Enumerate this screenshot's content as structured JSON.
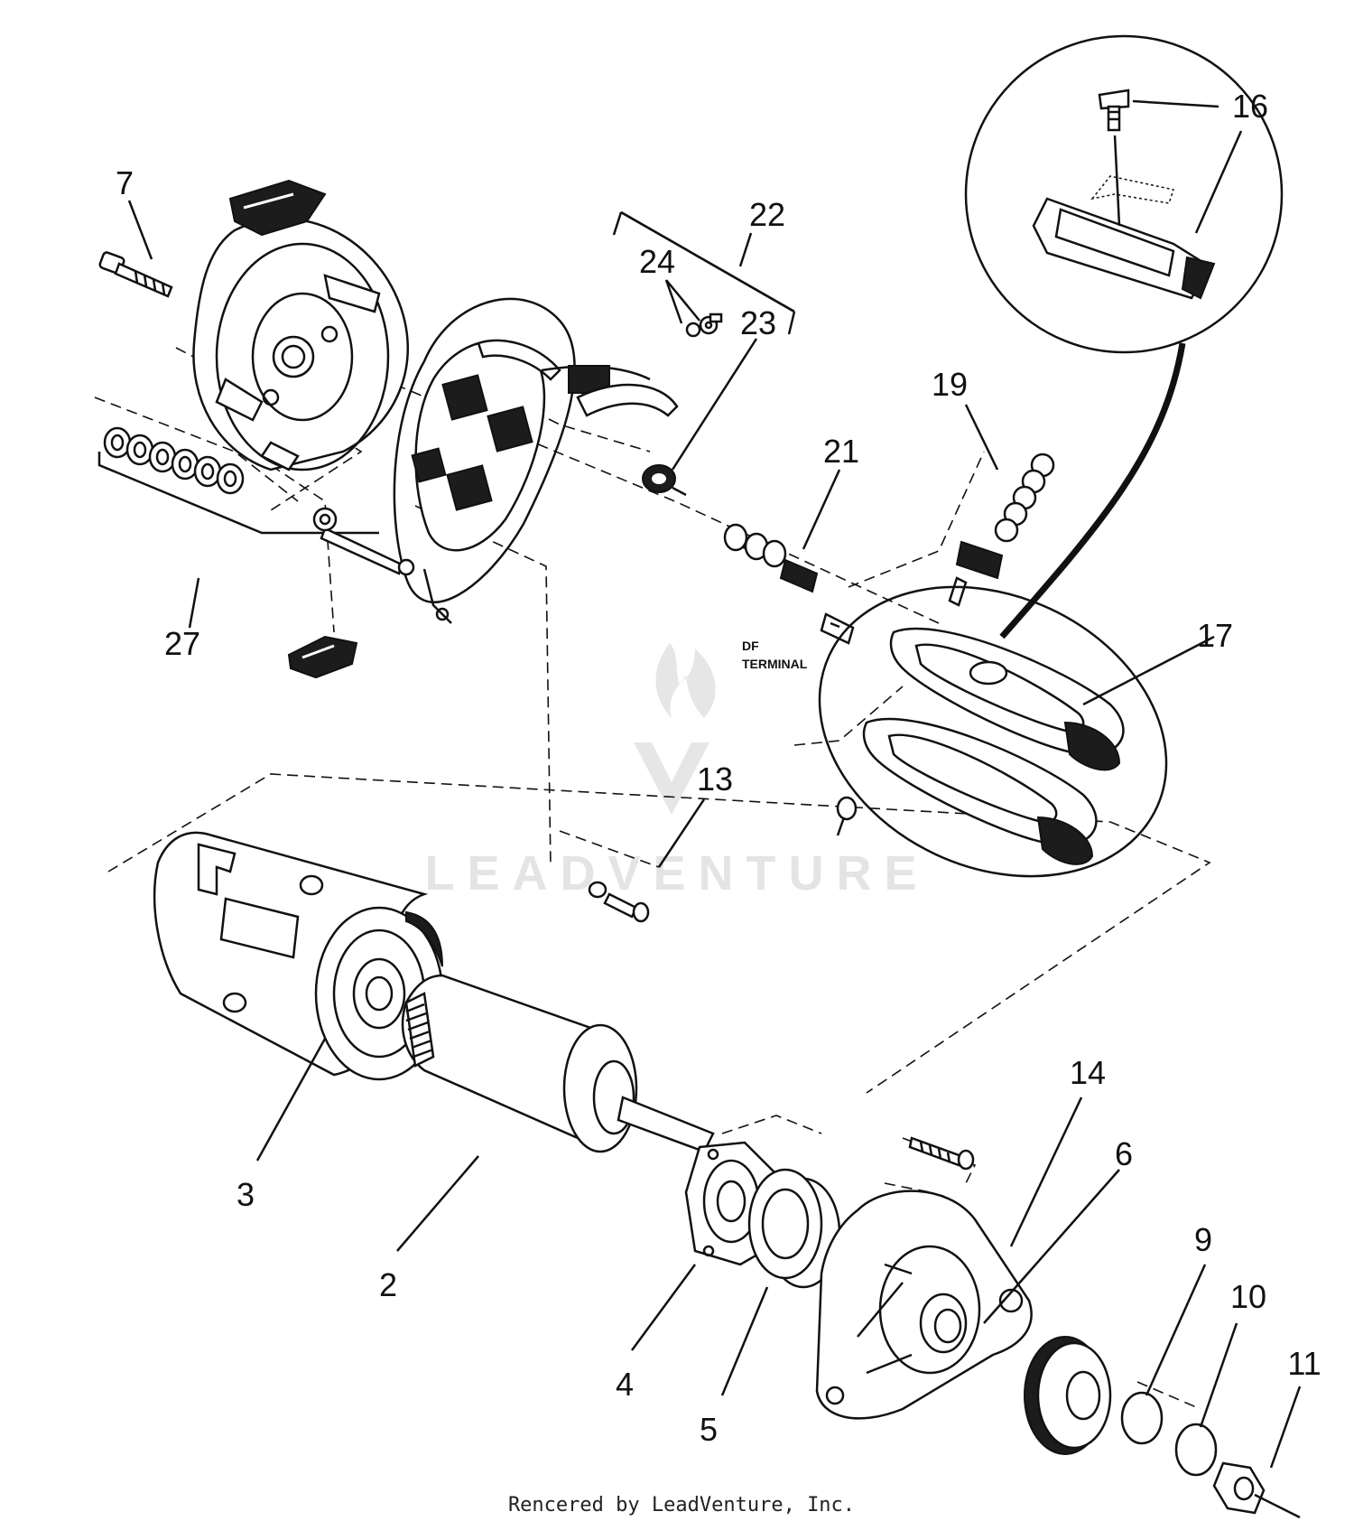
{
  "callouts": {
    "c7": "7",
    "c22": "22",
    "c24": "24",
    "c23": "23",
    "c16": "16",
    "c19": "19",
    "c21": "21",
    "c17": "17",
    "c27": "27",
    "c13": "13",
    "c14": "14",
    "c6": "6",
    "c3": "3",
    "c9": "9",
    "c2": "2",
    "c10": "10",
    "c11": "11",
    "c4": "4",
    "c5": "5"
  },
  "labels": {
    "df_line1": "DF",
    "df_line2": "TERMINAL"
  },
  "watermark": "LEADVENTURE",
  "footer": "Rencered by LeadVenture, Inc."
}
